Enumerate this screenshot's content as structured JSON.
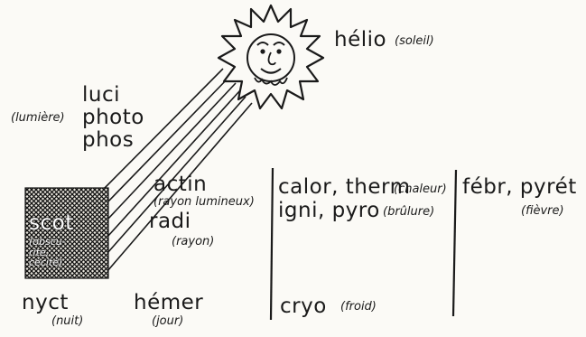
{
  "labels": {
    "helio": "hélio",
    "helio_gloss": "(soleil)",
    "light_roots": [
      "luci",
      "photo",
      "phos"
    ],
    "light_gloss": "(lumière)",
    "actin": "actin",
    "actin_gloss": "(rayon lumineux)",
    "radi": "radi",
    "radi_gloss": "(rayon)",
    "scot": "scot",
    "scot_gloss": "(obscu-\nrite,\ncécité)",
    "nyct": "nyct",
    "nyct_gloss": "(nuit)",
    "hemer": "hémer",
    "hemer_gloss": "(jour)",
    "heat": "calor, therm",
    "heat_gloss": "(chaleur)",
    "burn": "igni, pyro",
    "burn_gloss": "(brûlure)",
    "cold": "cryo",
    "cold_gloss": "(froid)",
    "fever": "fébr, pyrét",
    "fever_gloss": "(fièvre)"
  },
  "colors": {
    "ink": "#1a1a1a",
    "paper": "#fbfaf6"
  },
  "icons": {
    "sun": "sun-face-icon",
    "shadow": "hatched-shadow-block"
  }
}
